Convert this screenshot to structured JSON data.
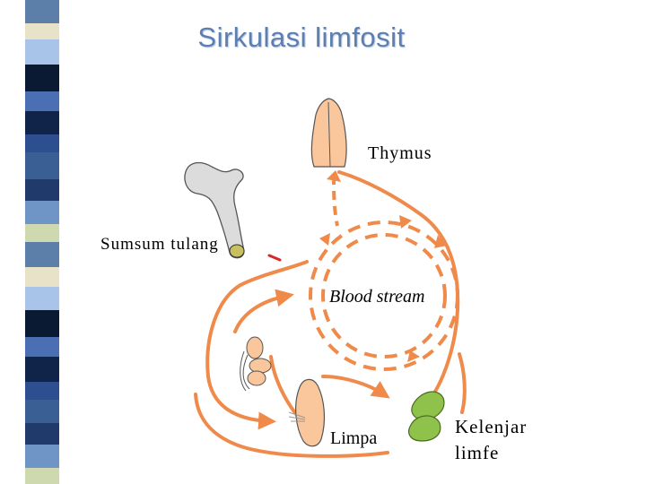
{
  "slide": {
    "title": "Sirkulasi  limfosit"
  },
  "labels": {
    "thymus": "Thymus",
    "bone_marrow": "Sumsum tulang",
    "blood_stream": "Blood stream",
    "spleen": "Limpa",
    "lymph_node_line1": "Kelenjar",
    "lymph_node_line2": "limfe"
  },
  "colors": {
    "arrow": "#ef8a4a",
    "bone_marrow_arrow": "#d62828",
    "title": "#5b7fb3",
    "organ_fill": "#f9c79b",
    "lymph_node_fill": "#8fc24a",
    "bone_fill": "#dcdcdc"
  },
  "icons": [
    "thymus-icon",
    "bone-icon",
    "intestine-icon",
    "spleen-icon",
    "lymph-node-icon"
  ]
}
